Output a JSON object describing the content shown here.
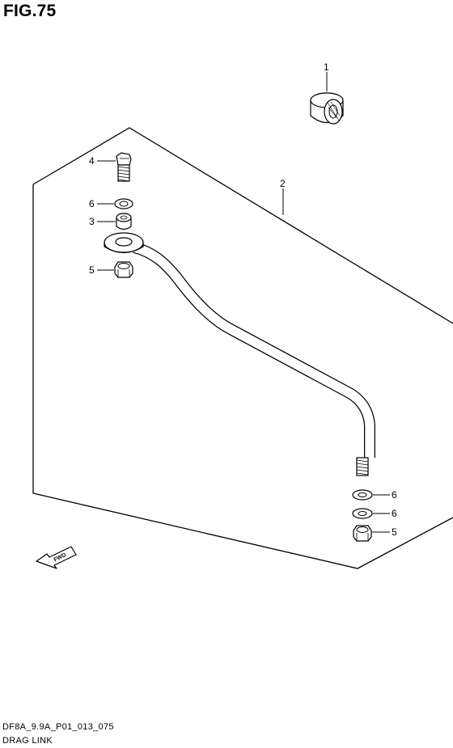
{
  "figure": {
    "title": "FIG.75"
  },
  "footer": {
    "code": "DF8A_9.9A_P01_013_075",
    "name": "DRAG LINK"
  },
  "fwd_arrow": {
    "label": "FWD"
  },
  "callouts": [
    {
      "id": "c1",
      "number": "1"
    },
    {
      "id": "c2",
      "number": "2"
    },
    {
      "id": "c4",
      "number": "4"
    },
    {
      "id": "c6a",
      "number": "6"
    },
    {
      "id": "c3",
      "number": "3"
    },
    {
      "id": "c5a",
      "number": "5"
    },
    {
      "id": "c6b",
      "number": "6"
    },
    {
      "id": "c6c",
      "number": "6"
    },
    {
      "id": "c5b",
      "number": "5"
    }
  ]
}
